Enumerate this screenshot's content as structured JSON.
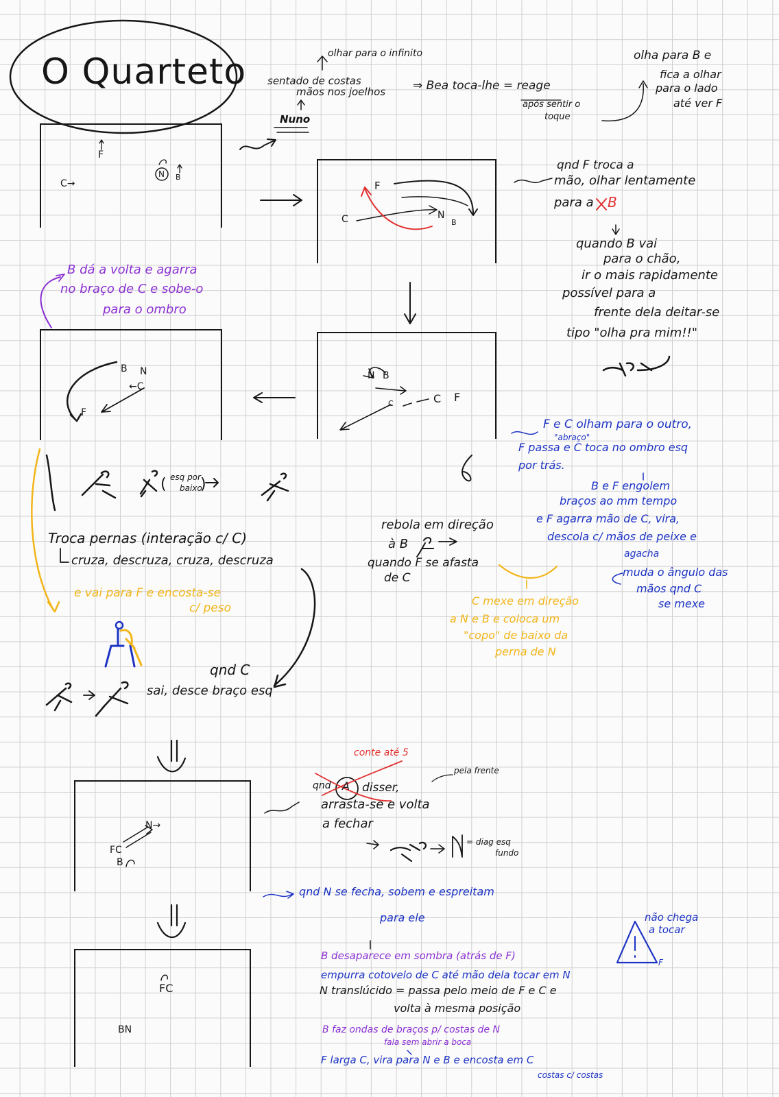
{
  "title": "O Quarteto",
  "intro": {
    "line_top": "olhar para o infinito",
    "line1": "sentado de costas",
    "line2": "mãos nos joelhos",
    "arrow_text": "⇒ Bea toca-lhe = reage",
    "after_touch1": "após sentir o",
    "after_touch2": "toque",
    "name": "Nuno",
    "look_b1": "olha para B e",
    "look_b2": "fica a olhar",
    "look_b3": "para o lado",
    "look_b4": "até ver F"
  },
  "stage1": {
    "f": "F",
    "c": "C→",
    "n": "N",
    "b": "B"
  },
  "stage2": {
    "f": "F",
    "c": "C",
    "n": "N",
    "b": "B",
    "note1": "qnd F troca a",
    "note2": "mão, olhar lentamente",
    "note3": "para a",
    "note3_b": "B",
    "note4": "quando B vai",
    "note5": "para o chão,",
    "note6": "ir o mais rapidamente",
    "note7": "possível para a",
    "note8": "frente dela deitar-se",
    "note9": "tipo \"olha pra mim!!\""
  },
  "purple_note": {
    "line1": "B dá a volta e agarra",
    "line2": "no braço de C e sobe-o",
    "line3": "para o ombro"
  },
  "stage3": {
    "b": "B",
    "n": "N",
    "c": "←C",
    "f": "F"
  },
  "stage4": {
    "n": "N",
    "b": "B",
    "c1": "C",
    "c2": "C",
    "f": "F"
  },
  "blue_right": {
    "line1": "F e C olham para o outro,",
    "sub": "\"abraço\"",
    "line2": "F passa e C toca no ombro esq",
    "line3": "por trás.",
    "line4": "B e F engolem",
    "line5": "braços ao mm tempo",
    "line6": "e F agarra mão de C, vira,",
    "line7": "descola c/ mãos de peixe e",
    "line8": "agacha",
    "line9": "muda o ângulo das",
    "line10": "mãos qnd C",
    "line11": "se mexe"
  },
  "left_mid": {
    "esq": "esq por",
    "baixo": "baixo",
    "line1": "Troca pernas (interação c/ C)",
    "line2": "cruza, descruza, cruza, descruza",
    "yellow1": "e vai para F e encosta-se",
    "yellow2": "c/ peso"
  },
  "center_mid": {
    "line1": "rebola em direção",
    "line2": "à B",
    "line3": "quando F se afasta",
    "line4": "de C",
    "yellow1": "C mexe em direção",
    "yellow2": "a N e B e coloca um",
    "yellow3": "\"copo\" de baixo da",
    "yellow4": "perna de N"
  },
  "qnd_c": {
    "line1": "qnd C",
    "line2": "sai, desce braço esq"
  },
  "stage5": {
    "red": "conte até 5",
    "line1": "qnd",
    "circled": "A",
    "disser": "disser,",
    "pela": "pela frente",
    "line2": "arrasta-se e volta",
    "line3": "a fechar",
    "diag": "= diag esq",
    "fundo": "fundo",
    "n": "N→",
    "fc": "FC",
    "b": "B"
  },
  "blue_n": {
    "line1": "qnd N se fecha, sobem e espreitam",
    "line2": "para ele"
  },
  "bottom": {
    "purple1": "B desaparece em sombra (atrás de F)",
    "blue1": "empurra cotovelo de C até mão dela tocar em N",
    "blk1": "N translúcido = passa pelo meio de F e C e",
    "blk2": "volta à mesma posição",
    "purple2": "B faz ondas de braços p/ costas de N",
    "purple3": "fala sem abrir a boca",
    "blue2": "F larga C, vira para N e B e encosta em C",
    "blue3": "costas c/ costas",
    "triangle1": "não chega",
    "triangle2": "a tocar",
    "tri_f": "F"
  },
  "stage6": {
    "fc": "FC",
    "bn": "BN"
  }
}
